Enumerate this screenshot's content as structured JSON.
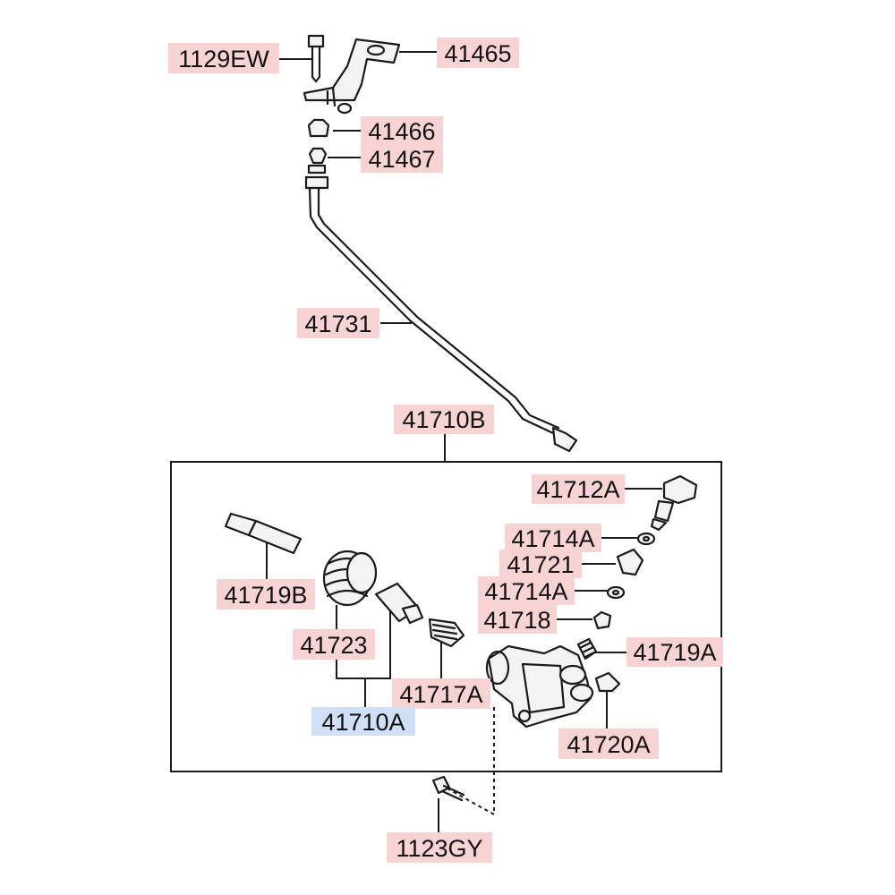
{
  "diagram": {
    "label_bg_color": "#f8d3d3",
    "highlight_bg_color": "#cfe0f6",
    "line_color": "#1a1a1a",
    "callouts": [
      {
        "id": "bolt",
        "text": "1129EW"
      },
      {
        "id": "bracket",
        "text": "41465"
      },
      {
        "id": "grommet",
        "text": "41466"
      },
      {
        "id": "clip",
        "text": "41467"
      },
      {
        "id": "tube",
        "text": "41731"
      },
      {
        "id": "assy_b",
        "text": "41710B"
      },
      {
        "id": "bleeder",
        "text": "41712A"
      },
      {
        "id": "washer_1",
        "text": "41714A"
      },
      {
        "id": "cap",
        "text": "41721"
      },
      {
        "id": "washer_2",
        "text": "41714A"
      },
      {
        "id": "nut",
        "text": "41718"
      },
      {
        "id": "spring",
        "text": "41719A"
      },
      {
        "id": "push_rod",
        "text": "41719B"
      },
      {
        "id": "boot",
        "text": "41723"
      },
      {
        "id": "piston_spring",
        "text": "41717A"
      },
      {
        "id": "assy_a",
        "text": "41710A",
        "highlight": true
      },
      {
        "id": "union",
        "text": "41720A"
      },
      {
        "id": "mount_bolt",
        "text": "1123GY"
      }
    ]
  }
}
